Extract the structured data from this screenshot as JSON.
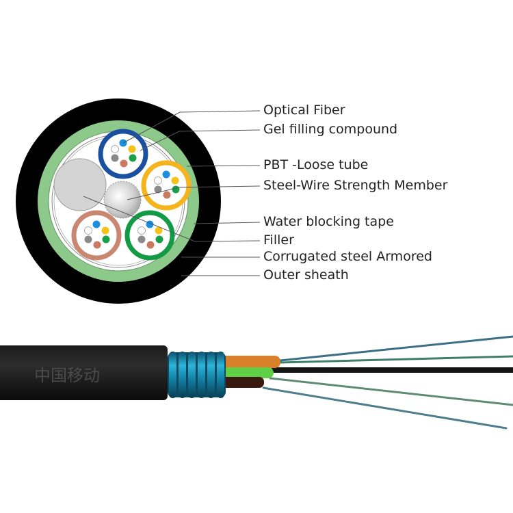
{
  "labels": [
    {
      "text": "Optical Fiber"
    },
    {
      "text": "Gel filling compound"
    },
    {
      "text": "PBT -Loose tube"
    },
    {
      "text": "Steel-Wire Strength Member"
    },
    {
      "text": "Water blocking tape"
    },
    {
      "text": "Filler"
    },
    {
      "text": "Corrugated steel Armored"
    },
    {
      "text": "Outer sheath"
    }
  ],
  "cable_print": "中国移动",
  "colors": {
    "outer_sheath": "#000000",
    "water_blocking_tape": "#8cc98a",
    "tube_blue": "#1b4fa0",
    "tube_yellow": "#f5b41c",
    "tube_brown": "#c98670",
    "tube_green": "#139a45",
    "armor": "#1a8fb0"
  }
}
